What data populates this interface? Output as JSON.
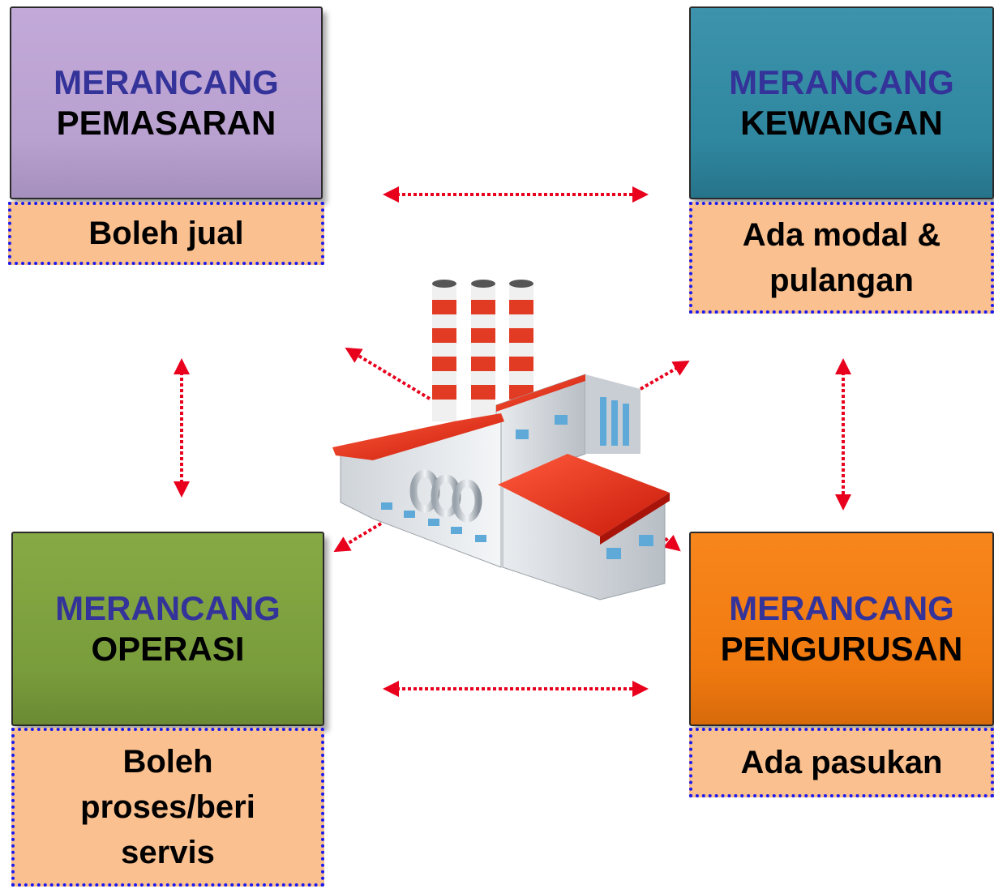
{
  "boxes": {
    "pemasaran": {
      "verb": "MERANCANG",
      "noun": "PEMASARAN",
      "note": "Boleh jual",
      "color": "#b8a0cf"
    },
    "kewangan": {
      "verb": "MERANCANG",
      "noun": "KEWANGAN",
      "note": "Ada modal & pulangan",
      "color": "#2f879f"
    },
    "operasi": {
      "verb": "MERANCANG",
      "noun": "OPERASI",
      "note": "Boleh proses/beri servis",
      "color": "#7a9d3c"
    },
    "pengurusan": {
      "verb": "MERANCANG",
      "noun": "PENGURUSAN",
      "note": "Ada pasukan",
      "color": "#f07a10"
    }
  },
  "colors": {
    "verb_text": "#34339a",
    "note_fill": "#fac08f",
    "note_border": "#1a1af0",
    "connector": "#e8001c"
  },
  "center_icon": "factory-icon"
}
